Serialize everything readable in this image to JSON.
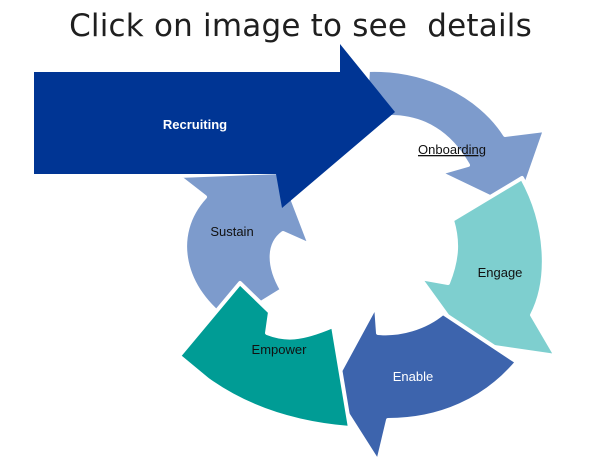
{
  "header": {
    "title": "Click on image to see  details"
  },
  "diagram": {
    "recruiting": {
      "label": "Recruiting",
      "color": "#003594"
    },
    "onboarding": {
      "label": "Onboarding",
      "color": "#7d9bcc"
    },
    "engage": {
      "label": "Engage",
      "color": "#7ecfcf"
    },
    "enable": {
      "label": "Enable",
      "color": "#3d64ad"
    },
    "empower": {
      "label": "Empower",
      "color": "#009c95"
    },
    "sustain": {
      "label": "Sustain",
      "color": "#7d9bcc"
    }
  }
}
